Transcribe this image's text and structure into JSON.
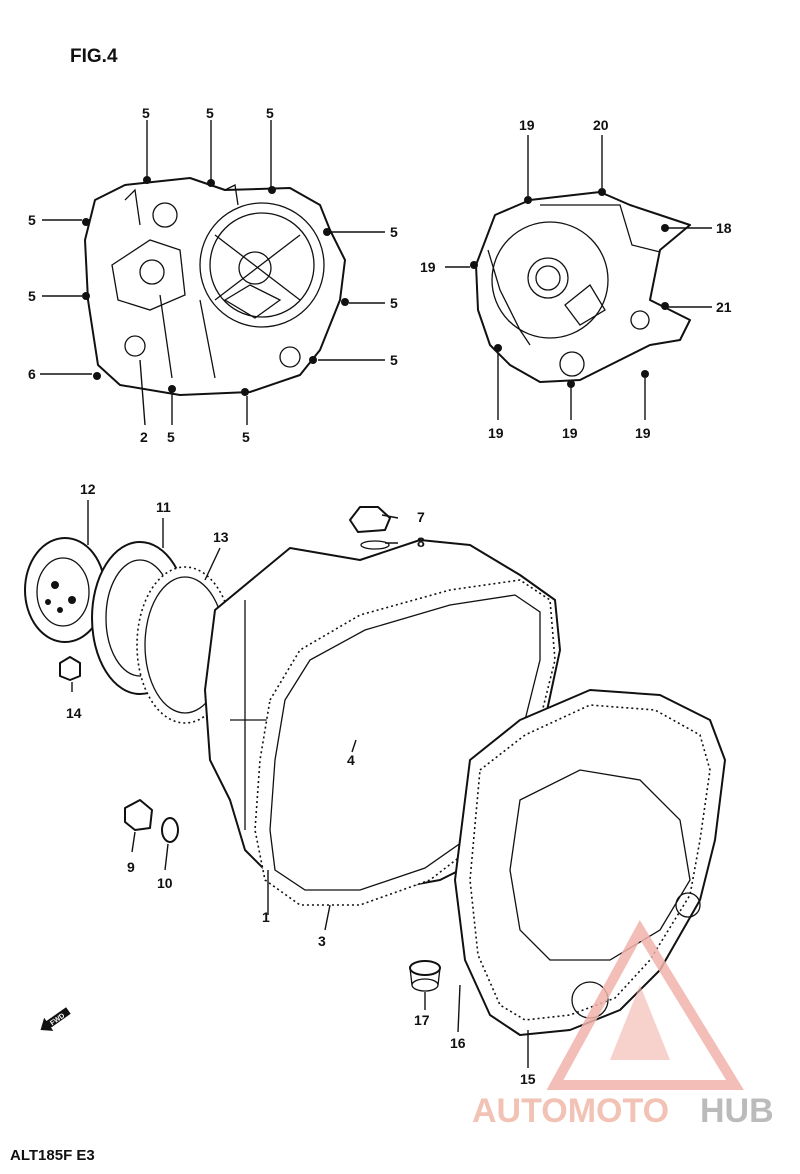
{
  "figure_title": "FIG.4",
  "catalog_code": "ALT185F E3",
  "fwd_label": "FWD",
  "watermark": {
    "text_a": "AUTOMOTO",
    "text_b": "HUB",
    "color_a": "#f0b8a8",
    "color_b": "#b0b0b0",
    "accent": "#e06a55"
  },
  "parts": {
    "p1": "1",
    "p2": "2",
    "p3": "3",
    "p4": "4",
    "p5": "5",
    "p6": "6",
    "p7": "7",
    "p8": "8",
    "p9": "9",
    "p10": "10",
    "p11": "11",
    "p12": "12",
    "p13": "13",
    "p14": "14",
    "p15": "15",
    "p16": "16",
    "p17": "17",
    "p18": "18",
    "p19": "19",
    "p20": "20",
    "p21": "21"
  }
}
